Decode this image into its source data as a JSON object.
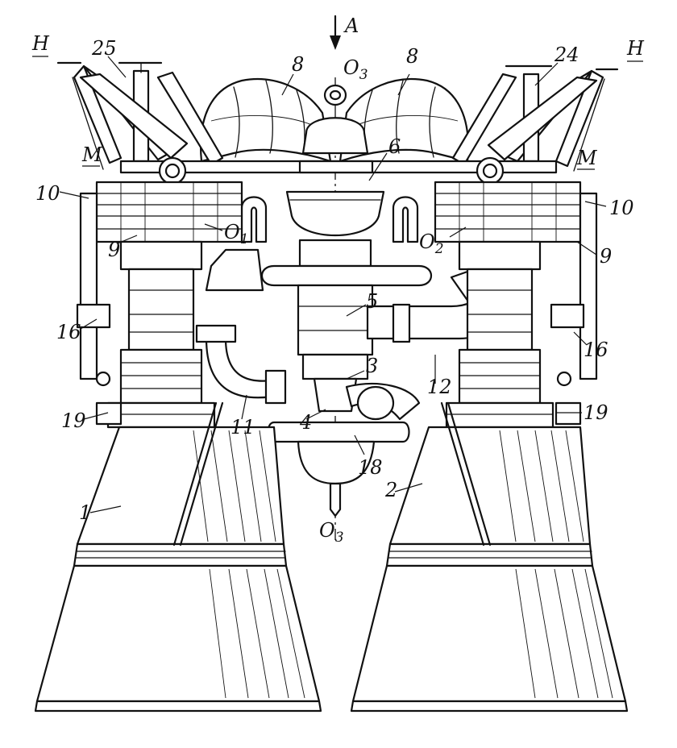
{
  "figure": {
    "view_label": "A",
    "axis_top_label": "O3",
    "axis_bottom_label": "O3",
    "section_left_label": "H",
    "section_right_label": "H",
    "plane_left_label": "M",
    "plane_right_label": "M",
    "pivot_left_label": "O1",
    "pivot_right_label": "O2"
  },
  "callouts": [
    {
      "id": "1",
      "text": "1"
    },
    {
      "id": "2",
      "text": "2"
    },
    {
      "id": "3",
      "text": "3"
    },
    {
      "id": "4",
      "text": "4"
    },
    {
      "id": "5",
      "text": "5"
    },
    {
      "id": "6",
      "text": "6"
    },
    {
      "id": "8a",
      "text": "8"
    },
    {
      "id": "8b",
      "text": "8"
    },
    {
      "id": "9a",
      "text": "9"
    },
    {
      "id": "9b",
      "text": "9"
    },
    {
      "id": "10a",
      "text": "10"
    },
    {
      "id": "10b",
      "text": "10"
    },
    {
      "id": "11",
      "text": "11"
    },
    {
      "id": "12",
      "text": "12"
    },
    {
      "id": "16a",
      "text": "16"
    },
    {
      "id": "16b",
      "text": "16"
    },
    {
      "id": "18",
      "text": "18"
    },
    {
      "id": "19a",
      "text": "19"
    },
    {
      "id": "19b",
      "text": "19"
    },
    {
      "id": "24",
      "text": "24"
    },
    {
      "id": "25",
      "text": "25"
    }
  ]
}
